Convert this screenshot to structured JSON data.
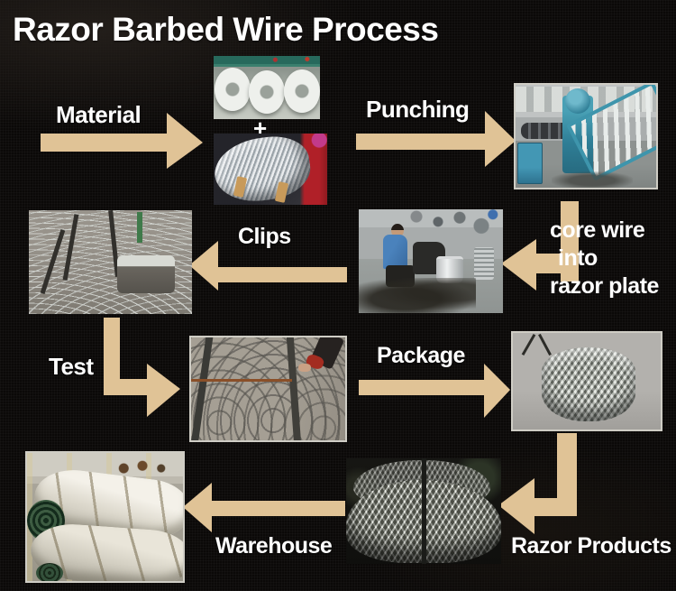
{
  "title": "Razor Barbed Wire Process",
  "colors": {
    "background": "#0b0908",
    "arrow": "#e0c396",
    "label_text": "#ffffff"
  },
  "labels": {
    "material": "Material",
    "plus": "+",
    "punching": "Punching",
    "core_wire_line1": "core wire",
    "core_wire_line2": "into",
    "core_wire_line3": "razor plate",
    "clips": "Clips",
    "test": "Test",
    "package": "Package",
    "razor_products": "Razor Products",
    "warehouse": "Warehouse"
  },
  "photos": [
    "steel-strip-coils",
    "galvanized-wire-coil",
    "punching-machine",
    "clips-assembly-worker",
    "razor-mesh-machine",
    "razor-wire-test",
    "packaged-razor-coil",
    "razor-wire-products",
    "warehouse-wrapped-rolls"
  ],
  "arrows": [
    {
      "step": "material",
      "direction": "right"
    },
    {
      "step": "punching",
      "direction": "right"
    },
    {
      "step": "core-wire-into-razor-plate",
      "direction": "down-then-left"
    },
    {
      "step": "clips",
      "direction": "left"
    },
    {
      "step": "test",
      "direction": "down-then-right"
    },
    {
      "step": "package",
      "direction": "right"
    },
    {
      "step": "razor-products",
      "direction": "down-then-left"
    },
    {
      "step": "warehouse",
      "direction": "left"
    }
  ]
}
